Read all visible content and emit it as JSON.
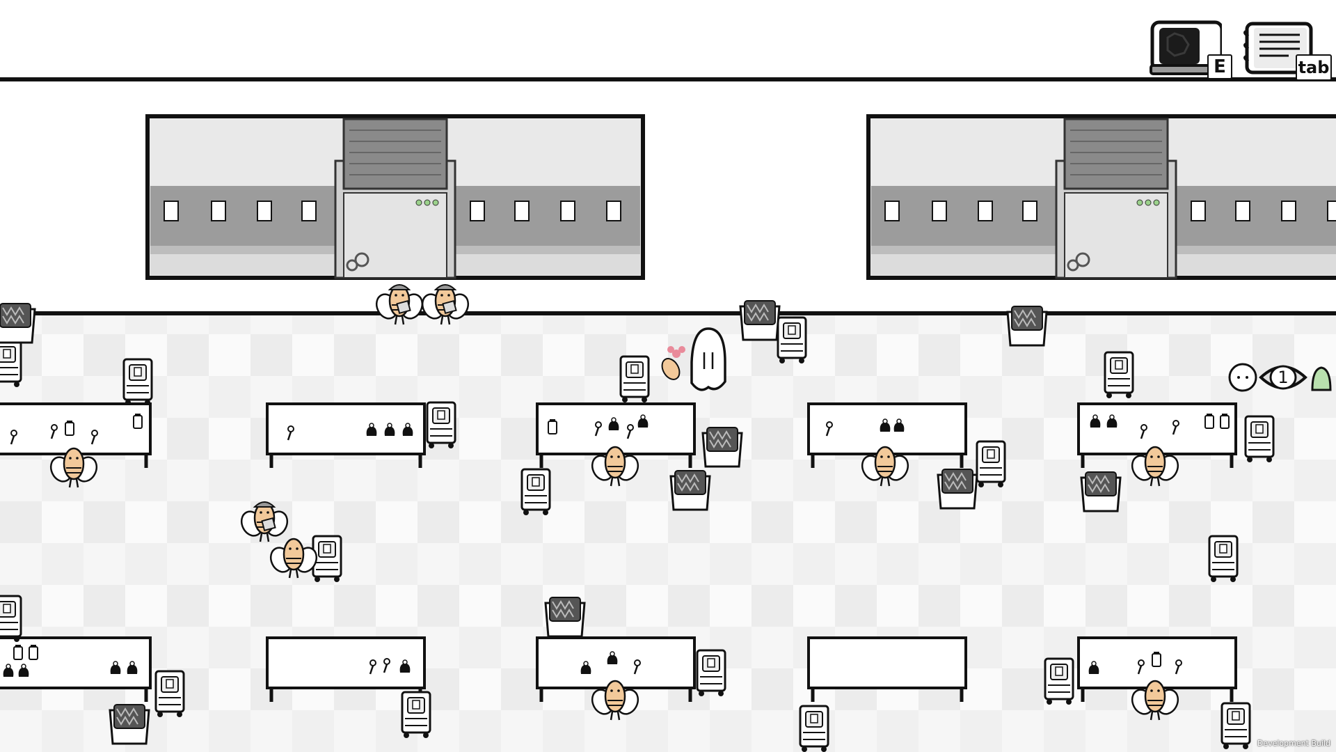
{
  "hud": {
    "computer_key": "E",
    "notebook_key": "tab",
    "counter_value": "1",
    "dev_build_label": "Development Build"
  },
  "icons": {
    "computer": "computer-icon",
    "notebook": "notebook-icon",
    "face": "face-icon",
    "eye": "eye-icon",
    "bell": "bell-icon"
  },
  "colors": {
    "outline": "#111111",
    "floor_light": "#f7f7f7",
    "floor_dark": "#e6e6e6",
    "window_gray": "#9a9a9a",
    "bee_skin": "#f2c99a",
    "accent_green": "#9bd18b",
    "flower_pink": "#e98a9a"
  }
}
